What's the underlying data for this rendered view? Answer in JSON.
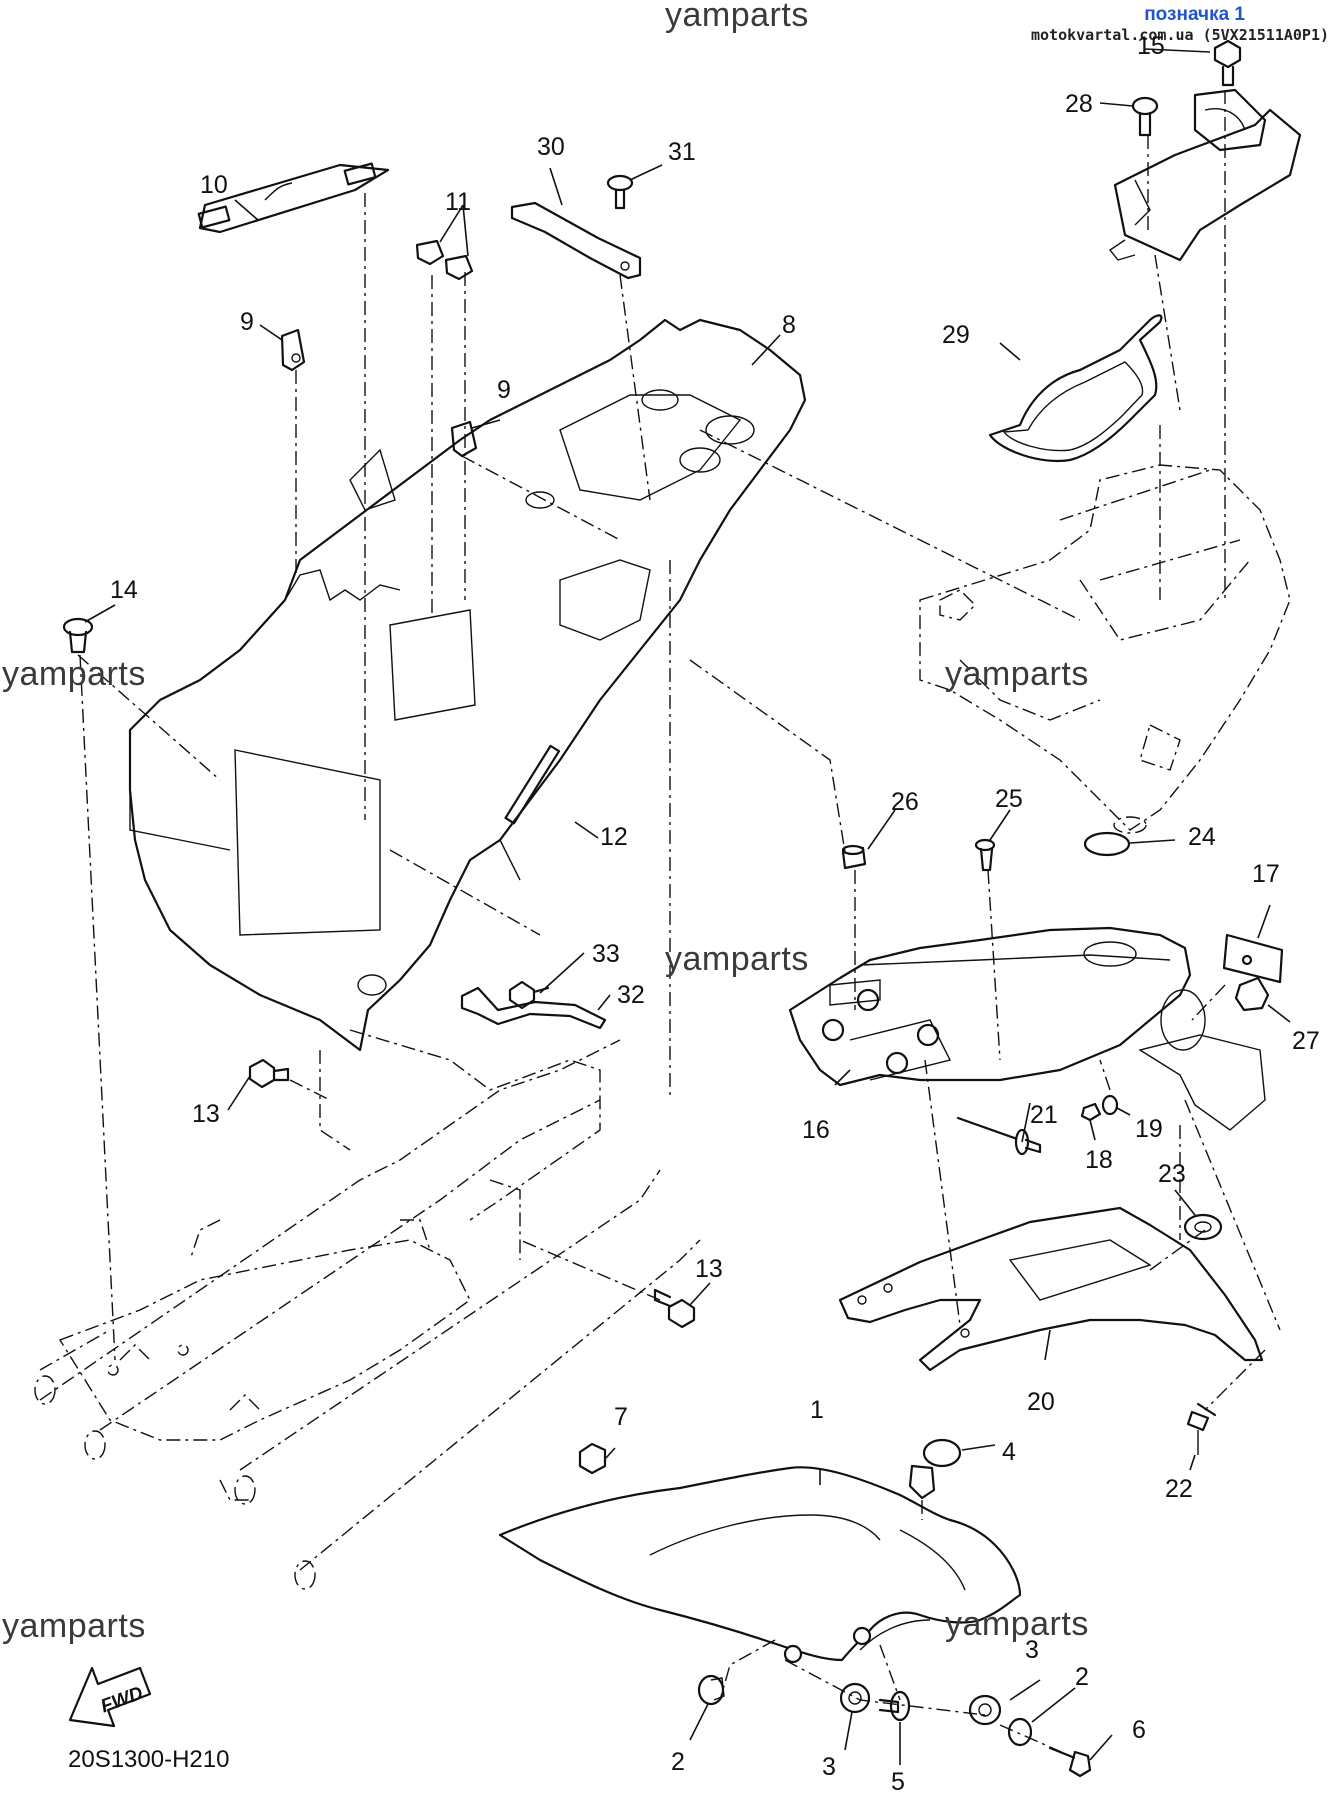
{
  "header": {
    "link_text": "позначка 1",
    "site_text": "motokvartal.com.ua (5VX21511A0P1)"
  },
  "watermark": {
    "text": "yamparts"
  },
  "diagram": {
    "figure_code": "20S1300-H210",
    "fwd_label": "FWD",
    "callouts": {
      "p1": "1",
      "p2a": "2",
      "p2b": "2",
      "p3a": "3",
      "p3b": "3",
      "p4": "4",
      "p5": "5",
      "p6": "6",
      "p7": "7",
      "p8": "8",
      "p9a": "9",
      "p9b": "9",
      "p10": "10",
      "p11": "11",
      "p12": "12",
      "p13a": "13",
      "p13b": "13",
      "p14": "14",
      "p15": "15",
      "p16": "16",
      "p17": "17",
      "p18": "18",
      "p19": "19",
      "p20": "20",
      "p21": "21",
      "p22": "22",
      "p23": "23",
      "p24": "24",
      "p25": "25",
      "p26": "26",
      "p27": "27",
      "p28": "28",
      "p29": "29",
      "p30": "30",
      "p31": "31",
      "p32": "32",
      "p33": "33"
    }
  }
}
